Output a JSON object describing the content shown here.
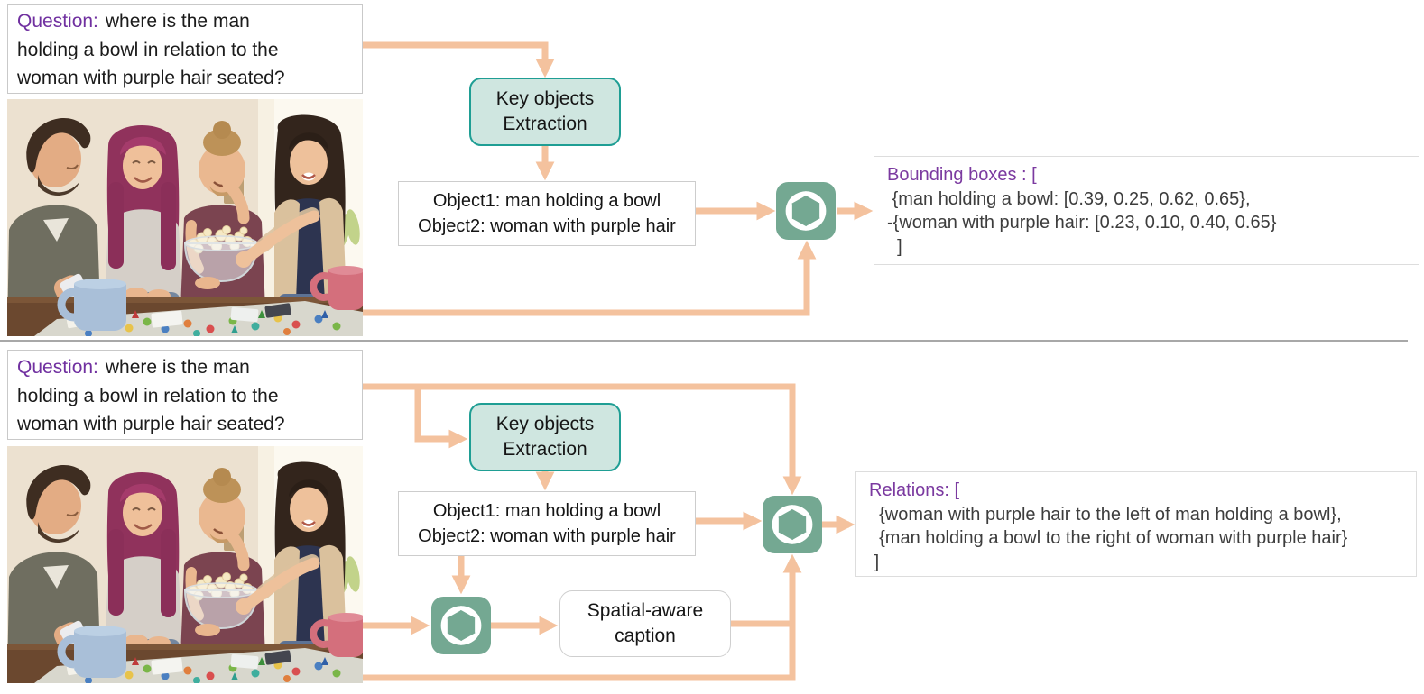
{
  "colors": {
    "arrow_peach": "#F4C29E",
    "teal_box_fill": "#CFE6E0",
    "teal_box_border": "#1F9E94",
    "gpt_green": "#74A892",
    "label_purple": "#7B3AA0",
    "question_purple": "#7030A0",
    "text_dark": "#1B1B1B",
    "output_text_gray": "#3D3D3D"
  },
  "icons": {
    "gpt": "openai-gpt-logo-icon"
  },
  "photo": {
    "description": "Four friends at a wooden table playing a colorful board game: a bearded man in a grey cardigan holding a phone, a woman with long purple hair, a man in a plum t-shirt holding a glass bowl of popcorn, and a dark-haired woman in a beige cardigan reaching her hand out; a blue mug and a pink mug sit on the table near a bright window."
  },
  "top_flow": {
    "question_label": "Question:",
    "question_line1": "where is the man",
    "question_line2": "holding  a bowl in relation to the",
    "question_line3": "woman with purple hair seated?",
    "key_objects_line1": "Key objects",
    "key_objects_line2": "Extraction",
    "objects_line1": "Object1: man holding a bowl",
    "objects_line2": "Object2: woman with purple hair",
    "output_label": "Bounding boxes : [",
    "output_label_suffix": "",
    "output_line1": " {man holding a bowl: [0.39, 0.25, 0.62, 0.65},",
    "output_line2": "-{woman with purple hair: [0.23, 0.10, 0.40, 0.65}",
    "output_line3": "  ]"
  },
  "bottom_flow": {
    "question_label": "Question:",
    "question_line1": "where is the man",
    "question_line2": "holding  a bowl in relation to the",
    "question_line3": "woman with purple hair seated?",
    "key_objects_line1": "Key objects",
    "key_objects_line2": "Extraction",
    "objects_line1": "Object1: man holding a bowl",
    "objects_line2": "Object2: woman with purple hair",
    "caption_line1": "Spatial-aware",
    "caption_line2": "caption",
    "output_label": "Relations: [",
    "output_label_suffix": "",
    "output_line1": "  {woman with purple hair to the left of man holding a bowl},",
    "output_line2": "  {man holding a bowl to the right of woman with purple hair}",
    "output_line3": " ]"
  }
}
